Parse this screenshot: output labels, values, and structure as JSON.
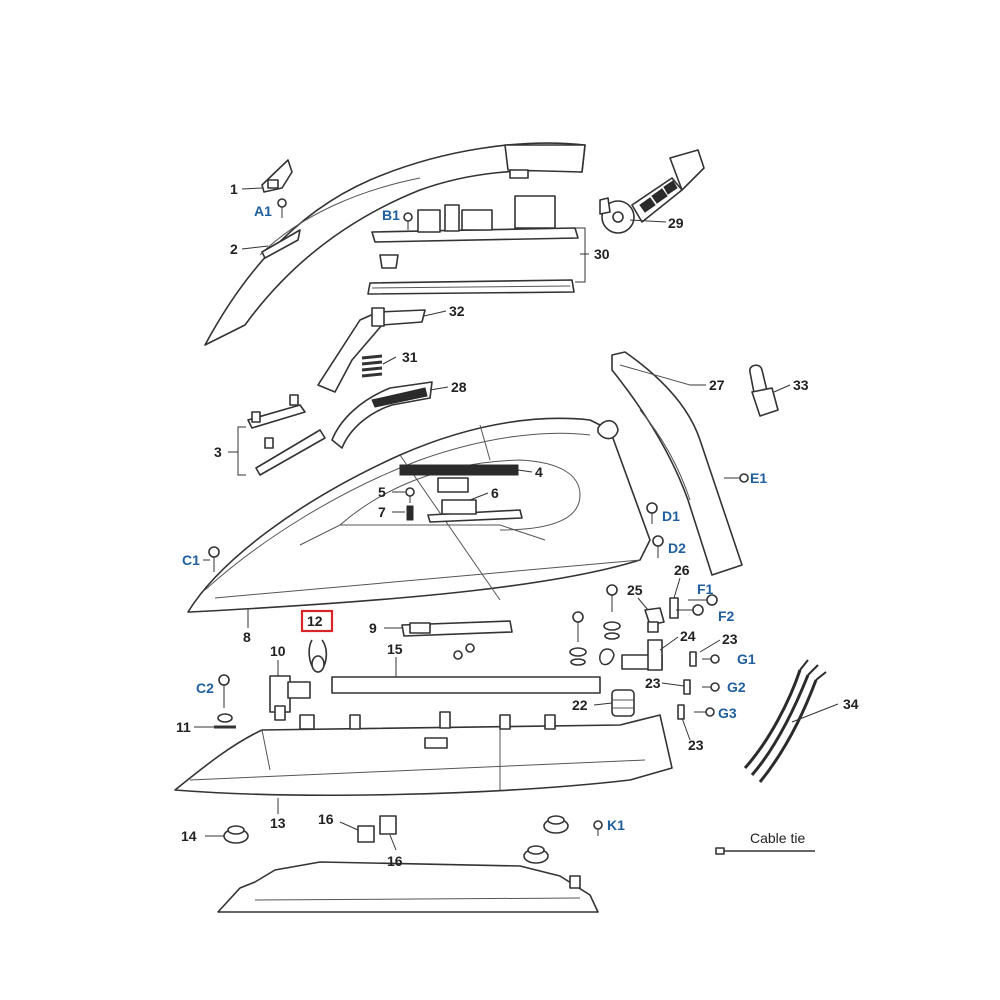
{
  "labels": {
    "p1": "1",
    "pA1": "A1",
    "p2": "2",
    "pB1": "B1",
    "p29": "29",
    "p30": "30",
    "p32": "32",
    "p31": "31",
    "p28": "28",
    "p27": "27",
    "p33": "33",
    "p3": "3",
    "p4": "4",
    "p5": "5",
    "p6": "6",
    "p7": "7",
    "pE1": "E1",
    "pD1": "D1",
    "pD2": "D2",
    "pC1": "C1",
    "p26": "26",
    "p25": "25",
    "pF1": "F1",
    "pF2": "F2",
    "p8": "8",
    "p12": "12",
    "p9": "9",
    "p24": "24",
    "p23a": "23",
    "pG1": "G1",
    "p10": "10",
    "p15": "15",
    "p23b": "23",
    "pG2": "G2",
    "pC2": "C2",
    "p22": "22",
    "p34": "34",
    "pG3": "G3",
    "p11": "11",
    "p23c": "23",
    "p13": "13",
    "p14": "14",
    "p16a": "16",
    "p16b": "16",
    "pK1": "K1",
    "cable_tie": "Cable tie"
  },
  "highlighted_part": "12",
  "colors": {
    "label_black": "#222222",
    "label_blue": "#1f5f9e",
    "highlight": "#d9252a",
    "line": "#333333"
  }
}
